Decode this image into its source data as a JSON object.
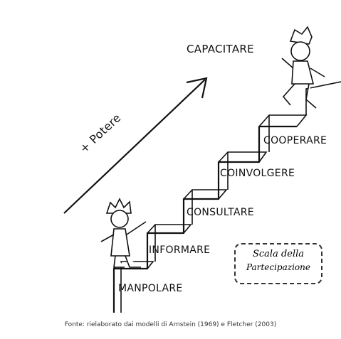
{
  "diagram": {
    "steps": {
      "capacitare": "CAPACITARE",
      "cooperare": "COOPERARE",
      "coinvolgere": "COINVOLGERE",
      "consultare": "CONSULTARE",
      "informare": "INFORMARE",
      "manipolare": "MANPOLARE"
    },
    "arrow_label": "+ Potere",
    "box_line1": "Scala della",
    "box_line2": "Partecipazione",
    "source_note": "Fonte: rielaborato dai modelli di Arnstein (1969) e Fletcher (2003)"
  }
}
